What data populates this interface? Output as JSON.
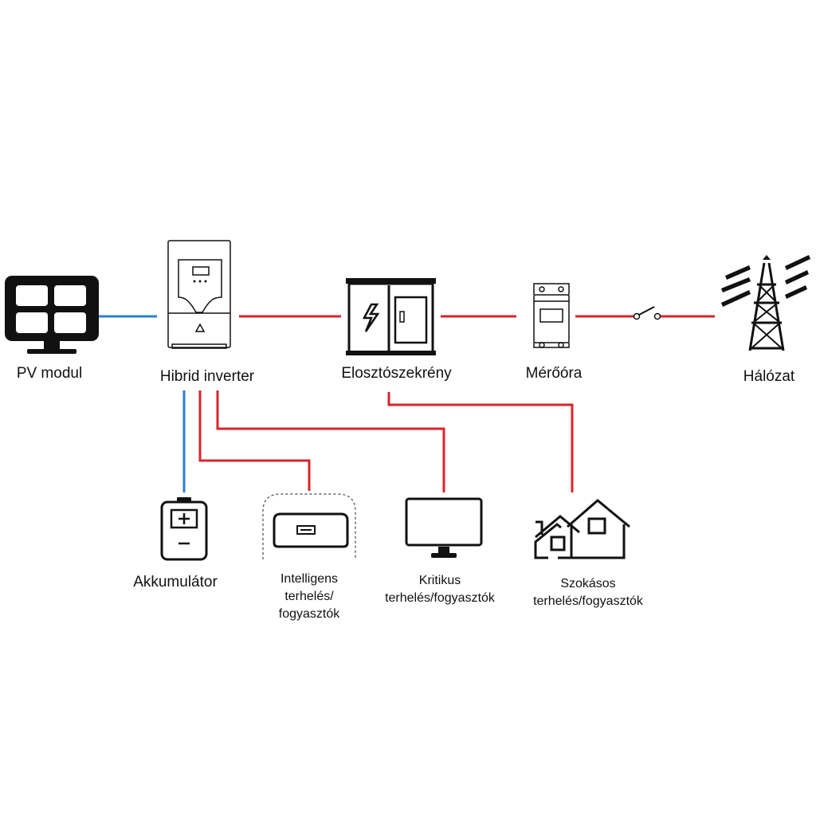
{
  "colors": {
    "dc_line": "#2a7fd0",
    "ac_line": "#d9242b",
    "icon": "#111111",
    "background": "#ffffff"
  },
  "nodes": {
    "pv_module": {
      "label": "PV modul",
      "icon": "solar-panel-icon"
    },
    "hybrid_inverter": {
      "label": "Hibrid inverter",
      "icon": "inverter-icon"
    },
    "distribution_cabinet": {
      "label": "Elosztószekrény",
      "icon": "distribution-cabinet-icon"
    },
    "meter": {
      "label": "Mérőóra",
      "icon": "energy-meter-icon"
    },
    "grid": {
      "label": "Hálózat",
      "icon": "power-pylon-icon"
    },
    "battery": {
      "label": "Akkumulátor",
      "icon": "battery-icon"
    },
    "smart_load": {
      "label_lines": [
        "Intelligens",
        "terhelés/",
        "fogyasztók"
      ],
      "icon": "smart-load-icon"
    },
    "critical_load": {
      "label_lines": [
        "Kritikus",
        "terhelés/fogyasztók"
      ],
      "icon": "monitor-icon"
    },
    "normal_load": {
      "label_lines": [
        "Szokásos",
        "terhelés/fogyasztók"
      ],
      "icon": "houses-icon"
    }
  },
  "connections": [
    {
      "from": "pv_module",
      "to": "hybrid_inverter",
      "type": "dc"
    },
    {
      "from": "hybrid_inverter",
      "to": "distribution_cabinet",
      "type": "ac"
    },
    {
      "from": "distribution_cabinet",
      "to": "meter",
      "type": "ac"
    },
    {
      "from": "meter",
      "to": "grid",
      "type": "ac",
      "switch": true
    },
    {
      "from": "hybrid_inverter",
      "to": "battery",
      "type": "dc"
    },
    {
      "from": "hybrid_inverter",
      "to": "smart_load",
      "type": "ac"
    },
    {
      "from": "hybrid_inverter",
      "to": "critical_load",
      "type": "ac"
    },
    {
      "from": "distribution_cabinet",
      "to": "normal_load",
      "type": "ac"
    }
  ]
}
